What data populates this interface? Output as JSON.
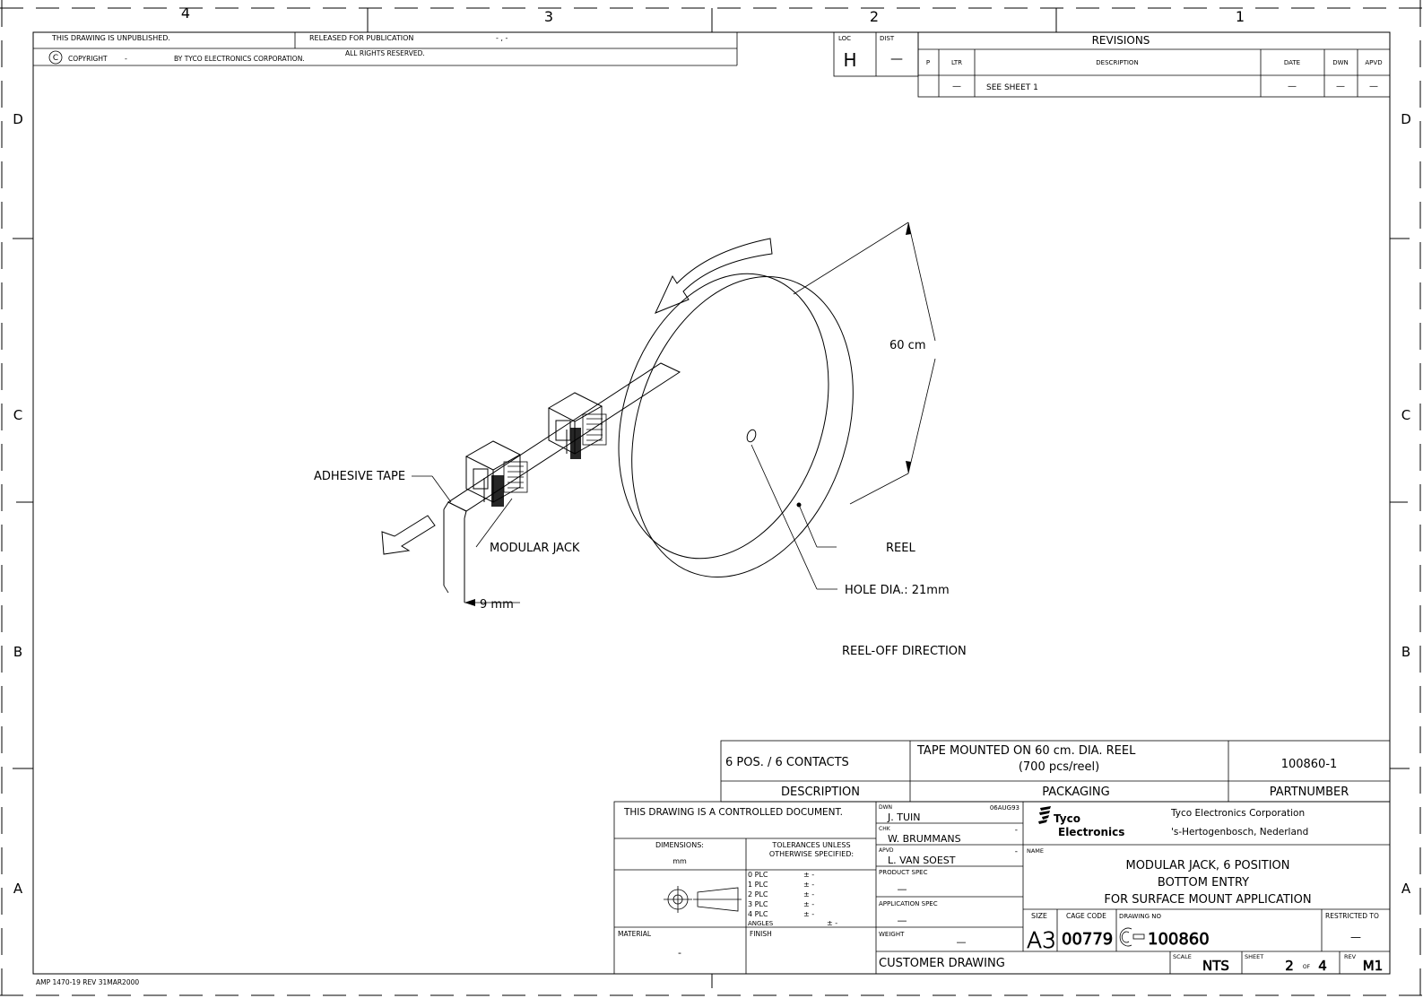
{
  "frame": {
    "col_markers": [
      "4",
      "3",
      "2",
      "1"
    ],
    "row_markers": [
      "D",
      "C",
      "B",
      "A"
    ]
  },
  "header": {
    "unpublished": "THIS DRAWING IS UNPUBLISHED.",
    "released": "RELEASED FOR PUBLICATION",
    "released_value": "- , -",
    "copyright_symbol": "C",
    "copyright": "COPYRIGHT",
    "copyright_value": "-",
    "by": "BY TYCO ELECTRONICS CORPORATION.",
    "rights": "ALL RIGHTS RESERVED."
  },
  "loc_dist": {
    "loc_label": "LOC",
    "loc_value": "H",
    "dist_label": "DIST",
    "dist_value": "—"
  },
  "revisions": {
    "title": "REVISIONS",
    "columns": [
      "P",
      "LTR",
      "DESCRIPTION",
      "DATE",
      "DWN",
      "APVD"
    ],
    "row": [
      "",
      "—",
      "SEE SHEET 1",
      "—",
      "—",
      "—"
    ]
  },
  "drawing": {
    "dimension_60": "60 cm",
    "adhesive_tape": "ADHESIVE TAPE",
    "modular_jack": "MODULAR JACK",
    "dimension_9": "9 mm",
    "reel": "REEL",
    "hole_dia": "HOLE DIA.: 21mm",
    "reel_off": "REEL-OFF DIRECTION"
  },
  "packaging_table": {
    "description_value": "6 POS. / 6 CONTACTS",
    "packaging_line1": "TAPE MOUNTED ON 60 cm. DIA. REEL",
    "packaging_line2": "(700 pcs/reel)",
    "partnumber_value": "100860-1",
    "description_label": "DESCRIPTION",
    "packaging_label": "PACKAGING",
    "partnumber_label": "PARTNUMBER"
  },
  "title_block": {
    "controlled": "THIS DRAWING IS A CONTROLLED DOCUMENT.",
    "dimensions_label": "DIMENSIONS:",
    "dimensions_unit": "mm",
    "tolerances_line1": "TOLERANCES UNLESS",
    "tolerances_line2": "OTHERWISE SPECIFIED:",
    "tolerances": [
      {
        "label": "0 PLC",
        "value": "± -"
      },
      {
        "label": "1 PLC",
        "value": "± -"
      },
      {
        "label": "2 PLC",
        "value": "± -"
      },
      {
        "label": "3 PLC",
        "value": "± -"
      },
      {
        "label": "4 PLC",
        "value": "± -"
      }
    ],
    "angles_label": "ANGLES",
    "angles_value": "± -",
    "material_label": "MATERIAL",
    "material_value": "-",
    "finish_label": "FINISH",
    "dwn_label": "DWN",
    "dwn_name": "J. TUIN",
    "dwn_date": "06AUG93",
    "chk_label": "CHK",
    "chk_name": "W. BRUMMANS",
    "chk_date": "-",
    "apvd_label": "APVD",
    "apvd_name": "L. VAN SOEST",
    "apvd_date": "-",
    "product_spec_label": "PRODUCT SPEC",
    "product_spec_value": "—",
    "application_spec_label": "APPLICATION SPEC",
    "application_spec_value": "—",
    "weight_label": "WEIGHT",
    "weight_value": "—",
    "logo_line1": "Tyco",
    "logo_line2": "Electronics",
    "company_name": "Tyco Electronics Corporation",
    "company_location": "'s-Hertogenbosch, Nederland",
    "name_label": "NAME",
    "name_line1": "MODULAR JACK, 6 POSITION",
    "name_line2": "BOTTOM ENTRY",
    "name_line3": "FOR SURFACE MOUNT APPLICATION",
    "size_label": "SIZE",
    "size_value": "A3",
    "cage_label": "CAGE CODE",
    "cage_value": "00779",
    "drawing_no_label": "DRAWING NO",
    "drawing_no_value": "100860",
    "restricted_label": "RESTRICTED TO",
    "restricted_value": "—",
    "customer_drawing": "CUSTOMER DRAWING",
    "scale_label": "SCALE",
    "scale_value": "NTS",
    "sheet_label": "SHEET",
    "sheet_value": "2",
    "sheet_of": "OF",
    "sheet_total": "4",
    "rev_label": "REV",
    "rev_value": "M1"
  },
  "footer": {
    "form_number": "AMP 1470-19 REV 31MAR2000"
  }
}
